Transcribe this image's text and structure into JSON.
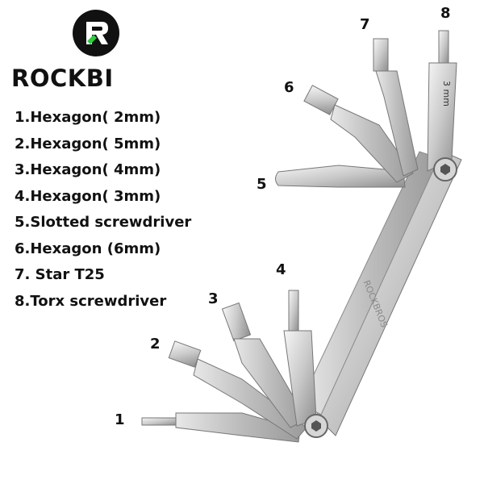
{
  "brand": {
    "name": "ROCKBI",
    "icon": "rockbi-r-logo-icon",
    "tool_engraving": "ROCKBROS"
  },
  "tool_list": [
    "1.Hexagon( 2mm)",
    "2.Hexagon( 5mm)",
    "3.Hexagon( 4mm)",
    "4.Hexagon( 3mm)",
    "5.Slotted screwdriver",
    "6.Hexagon (6mm)",
    "7. Star T25",
    "8.Torx screwdriver"
  ],
  "callouts": [
    "1",
    "2",
    "3",
    "4",
    "5",
    "6",
    "7",
    "8"
  ],
  "bit_size_label": "3 mm",
  "colors": {
    "text": "#111111",
    "logo_bg": "#111111",
    "metal_light": "#eeeeee",
    "metal_dark": "#9a9a9a"
  }
}
